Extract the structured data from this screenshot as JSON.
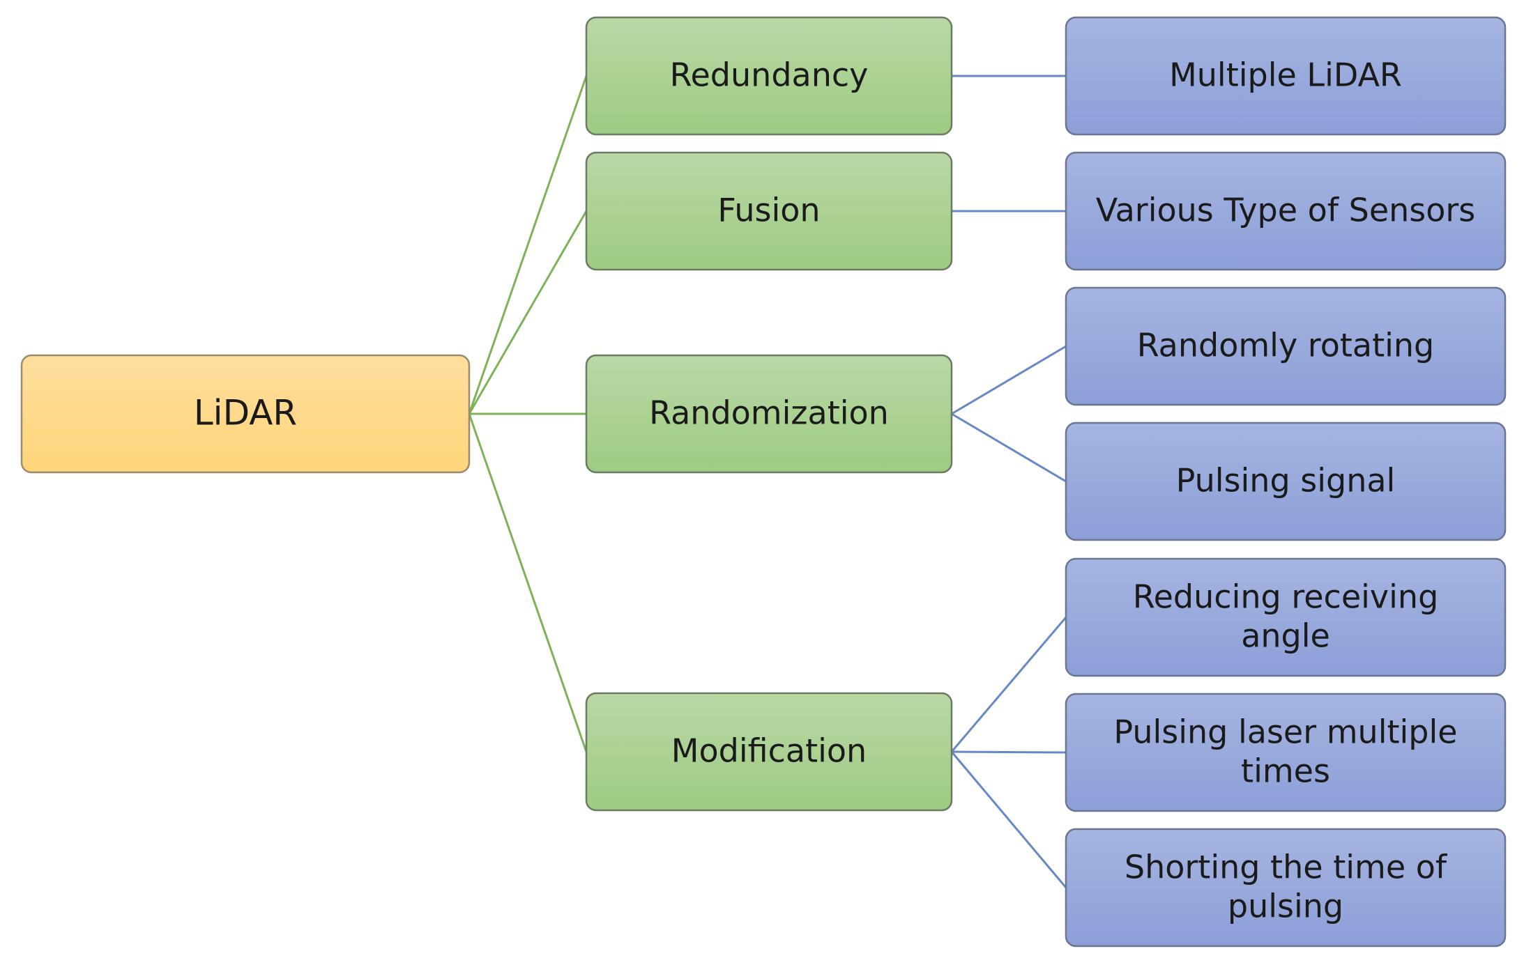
{
  "root": {
    "label": "LiDAR",
    "fill_top": "#ffde9e",
    "fill_bottom": "#ffd57a",
    "stroke": "#9a8a70"
  },
  "level1_style": {
    "fill_top": "#b9d8a6",
    "fill_bottom": "#9ecb82",
    "stroke": "#6c7a63",
    "connector": "#7db356"
  },
  "level2_style": {
    "fill_top": "#a6b4e0",
    "fill_bottom": "#8c9fd8",
    "stroke": "#6a7493",
    "connector": "#6688c8"
  },
  "categories": [
    {
      "id": "redundancy",
      "label": "Redundancy",
      "children": [
        {
          "id": "multiple-lidar",
          "lines": [
            "Multiple LiDAR"
          ]
        }
      ]
    },
    {
      "id": "fusion",
      "label": "Fusion",
      "children": [
        {
          "id": "various-sensors",
          "lines": [
            "Various Type of Sensors"
          ]
        }
      ]
    },
    {
      "id": "randomization",
      "label": "Randomization",
      "children": [
        {
          "id": "randomly-rotating",
          "lines": [
            "Randomly rotating"
          ]
        },
        {
          "id": "pulsing-signal",
          "lines": [
            "Pulsing signal"
          ]
        }
      ]
    },
    {
      "id": "modification",
      "label": "Modification",
      "children": [
        {
          "id": "reducing-angle",
          "lines": [
            "Reducing receiving",
            "angle"
          ]
        },
        {
          "id": "pulsing-multiple",
          "lines": [
            "Pulsing laser multiple",
            "times"
          ]
        },
        {
          "id": "shorting-time",
          "lines": [
            "Shorting the time of",
            "pulsing"
          ]
        }
      ]
    }
  ]
}
